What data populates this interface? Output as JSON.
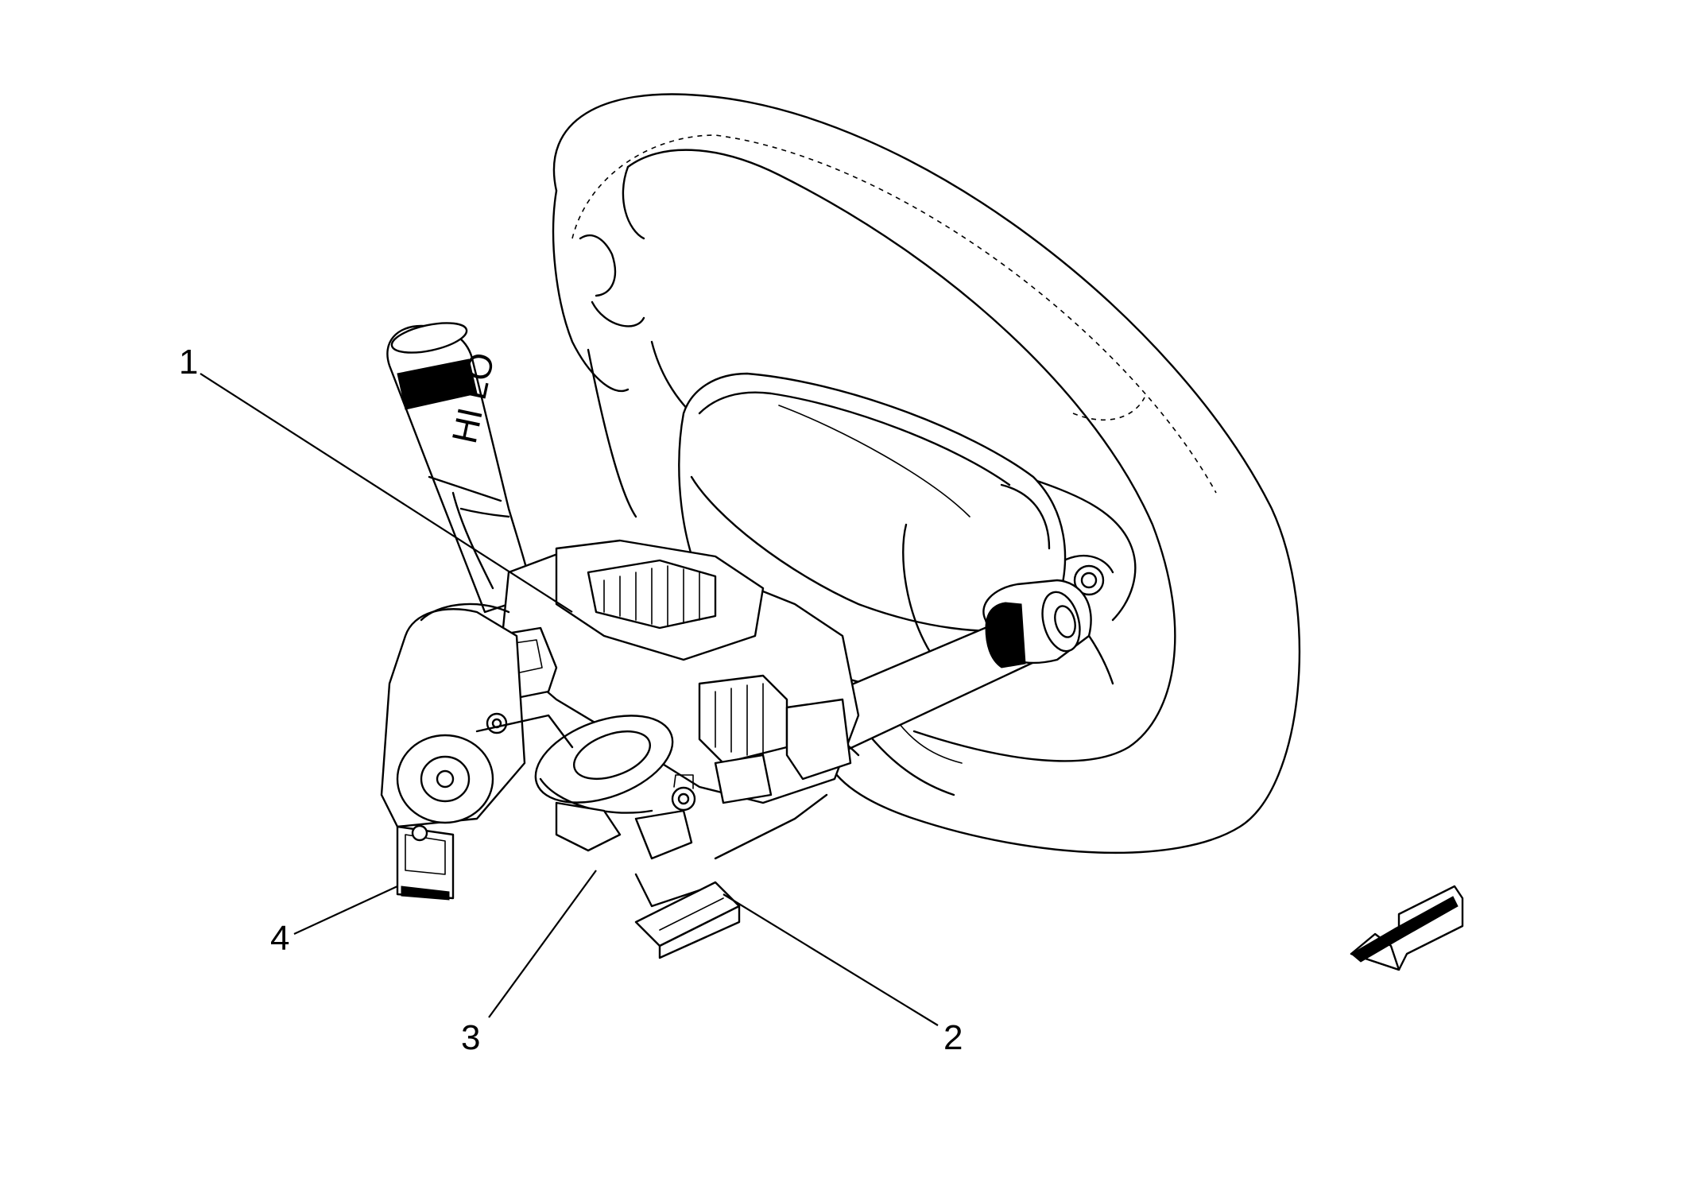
{
  "callouts": [
    {
      "id": "1",
      "label": "1"
    },
    {
      "id": "2",
      "label": "2"
    },
    {
      "id": "3",
      "label": "3"
    },
    {
      "id": "4",
      "label": "4"
    }
  ],
  "lever_marking": "HI LO",
  "icons": {
    "orientation_arrow": "arrow-down-left-icon"
  },
  "colors": {
    "line": "#000000",
    "background": "#ffffff"
  }
}
